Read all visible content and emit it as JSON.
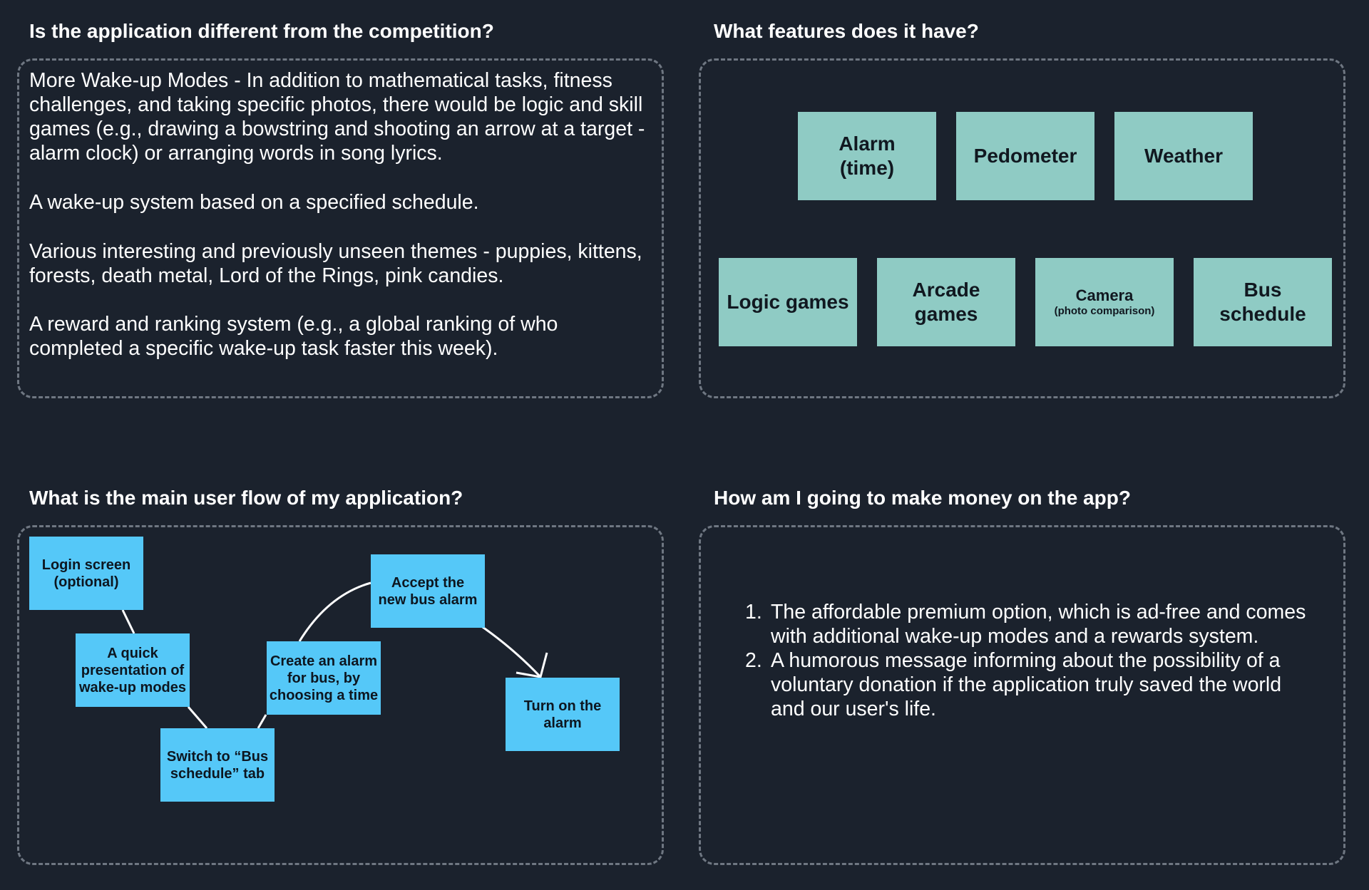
{
  "colors": {
    "background": "#1b222d",
    "panel_border": "#6f7782",
    "feature_card": "#8fcbc4",
    "flow_note": "#55c8f8",
    "connector": "#ffffff"
  },
  "competition": {
    "heading": "Is the application different from the competition?",
    "paragraphs": [
      "More Wake-up Modes - In addition to mathematical tasks, fitness challenges, and taking specific photos, there would be logic and skill games (e.g., drawing a bowstring and shooting an arrow at a target - alarm clock) or arranging words in song lyrics.",
      "A wake-up system based on a specified schedule.",
      "Various interesting and previously unseen themes - puppies, kittens, forests, death metal, Lord of the Rings, pink candies.",
      "A reward and ranking system (e.g., a global ranking of who completed a specific wake-up task faster this week)."
    ]
  },
  "features": {
    "heading": "What features does it have?",
    "items": [
      {
        "label": "Alarm\n(time)"
      },
      {
        "label": "Pedometer"
      },
      {
        "label": "Weather"
      },
      {
        "label": "Logic games"
      },
      {
        "label": "Arcade\ngames"
      },
      {
        "label": "Camera",
        "sub": "(photo comparison)"
      },
      {
        "label": "Bus\nschedule"
      }
    ]
  },
  "user_flow": {
    "heading": "What is the main user flow of my application?",
    "steps": [
      {
        "label": "Login screen\n(optional)"
      },
      {
        "label": "A quick\npresentation of\nwake-up modes"
      },
      {
        "label": "Switch to “Bus\nschedule” tab"
      },
      {
        "label": "Create an alarm\nfor bus, by\nchoosing a time"
      },
      {
        "label": "Accept the\nnew bus alarm"
      },
      {
        "label": "Turn on the\nalarm"
      }
    ]
  },
  "monetization": {
    "heading": "How am I going to make money on the app?",
    "items": [
      {
        "number": "1.",
        "text": "The affordable premium option, which is ad-free and comes with additional wake-up modes and a rewards system."
      },
      {
        "number": "2.",
        "text": "A humorous message informing about the possibility of a voluntary donation if the application truly saved the world and our user's life."
      }
    ]
  }
}
